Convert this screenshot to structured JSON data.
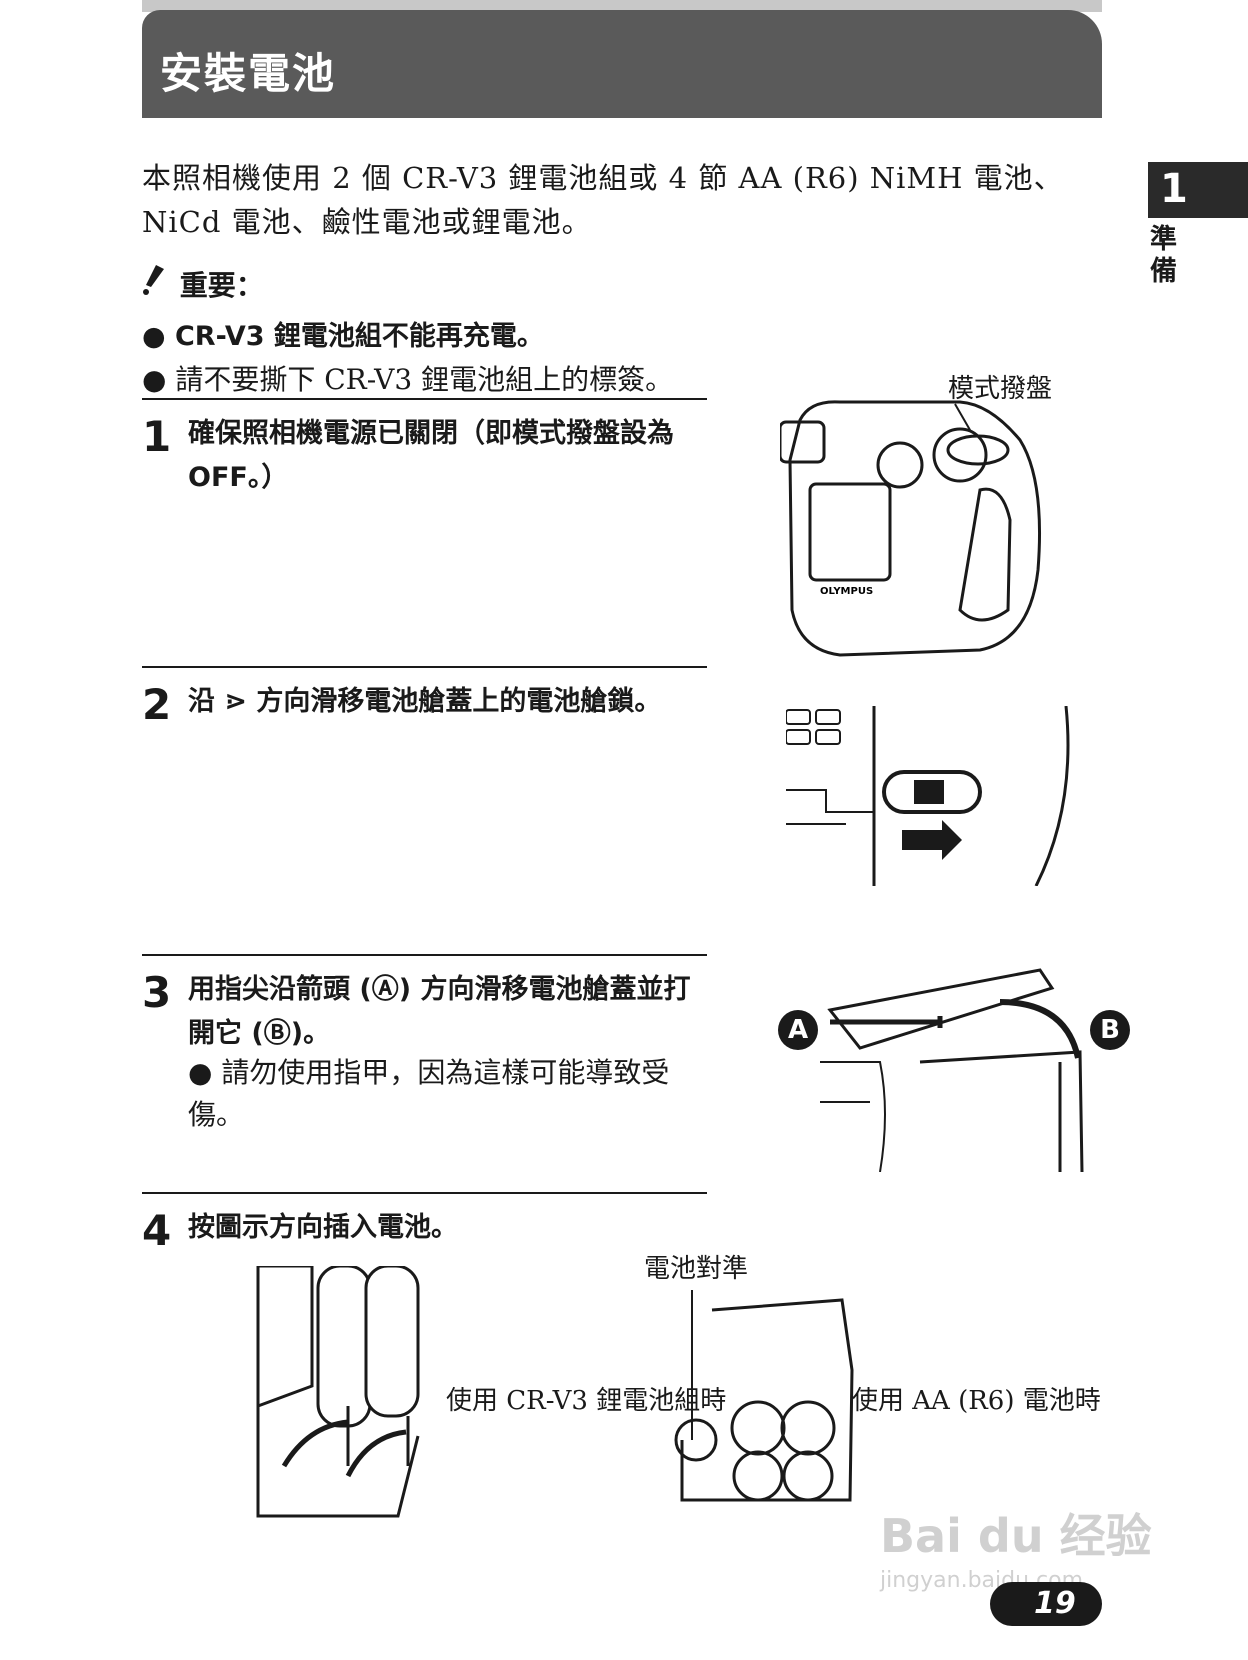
{
  "header": {
    "title": "安裝電池"
  },
  "chapter": {
    "number": "1",
    "label": "準備"
  },
  "intro": "本照相機使用 2 個 CR-V3 鋰電池組或 4 節 AA (R6) NiMH 電池、NiCd 電池、鹼性電池或鋰電池。",
  "important": {
    "heading": "重要：",
    "bullets": [
      "CR-V3 鋰電池組不能再充電。",
      "請不要撕下 CR-V3 鋰電池組上的標簽。"
    ]
  },
  "steps": [
    {
      "num": "1",
      "text": "確保照相機電源已關閉（即模式撥盤設為 OFF。）"
    },
    {
      "num": "2",
      "text": "沿 ⋗ 方向滑移電池艙蓋上的電池艙鎖。"
    },
    {
      "num": "3",
      "text": "用指尖沿箭頭 (Ⓐ) 方向滑移電池艙蓋並打開它 (Ⓑ)。",
      "note": "請勿使用指甲，因為這樣可能導致受傷。"
    },
    {
      "num": "4",
      "text": "按圖示方向插入電池。"
    }
  ],
  "figures": {
    "mode_dial_label": "模式撥盤",
    "camera_brand": "OLYMPUS",
    "label_a": "A",
    "label_b": "B",
    "align_label": "電池對準",
    "crv3_caption": "使用 CR-V3 鋰電池組時",
    "aa_caption": "使用 AA (R6) 電池時"
  },
  "page_number": "19",
  "watermark": {
    "brand": "Bai du 经验",
    "url": "jingyan.baidu.com"
  }
}
